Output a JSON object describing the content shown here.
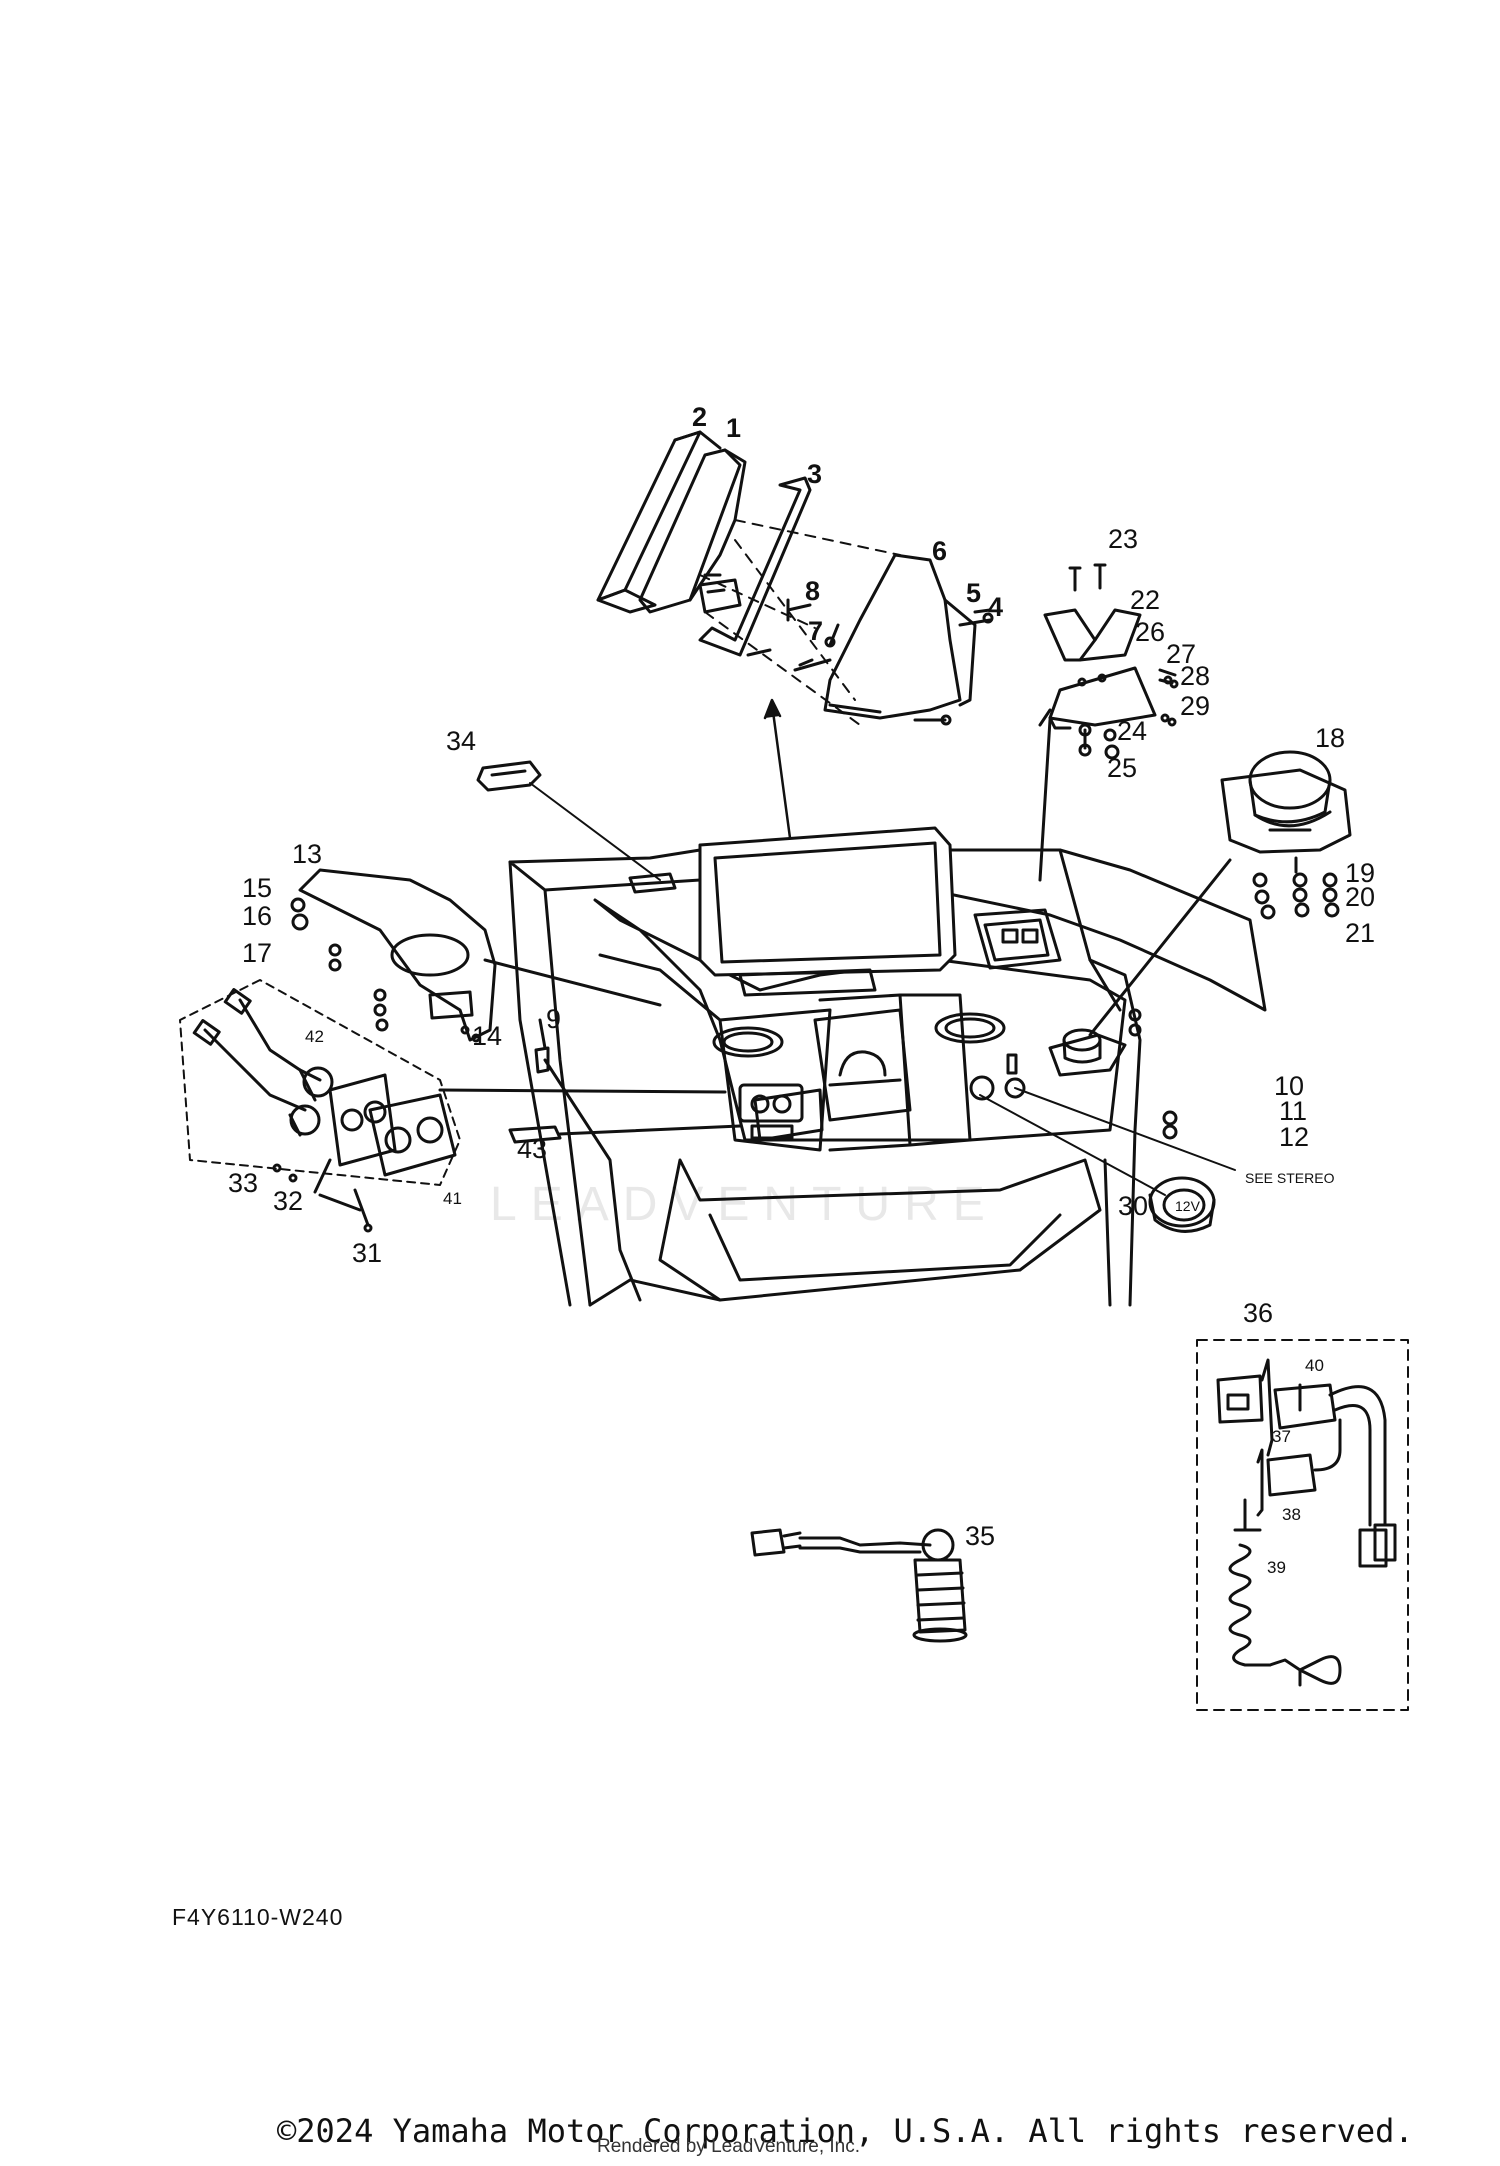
{
  "diagram": {
    "watermark": "LEADVENTURE",
    "part_code": "F4Y6110-W240",
    "see_stereo_note": "SEE STEREO",
    "charger_label": "12V",
    "callouts": {
      "c1": "1",
      "c2": "2",
      "c3": "3",
      "c4": "4",
      "c5": "5",
      "c6": "6",
      "c7": "7",
      "c8": "8",
      "c9": "9",
      "c10": "10",
      "c11": "11",
      "c12": "12",
      "c13": "13",
      "c14": "14",
      "c15": "15",
      "c16": "16",
      "c17": "17",
      "c18": "18",
      "c19": "19",
      "c20": "20",
      "c21": "21",
      "c22": "22",
      "c23": "23",
      "c24": "24",
      "c25": "25",
      "c26": "26",
      "c27": "27",
      "c28": "28",
      "c29": "29",
      "c30": "30",
      "c31": "31",
      "c32": "32",
      "c33": "33",
      "c34": "34",
      "c35": "35",
      "c36": "36",
      "c37": "37",
      "c38": "38",
      "c39": "39",
      "c40": "40",
      "c41": "41",
      "c42": "42",
      "c43": "43"
    }
  },
  "footer": {
    "copyright": "©2024 Yamaha Motor Corporation, U.S.A. All rights reserved.",
    "rendered_by": "Rendered by LeadVenture, Inc."
  }
}
